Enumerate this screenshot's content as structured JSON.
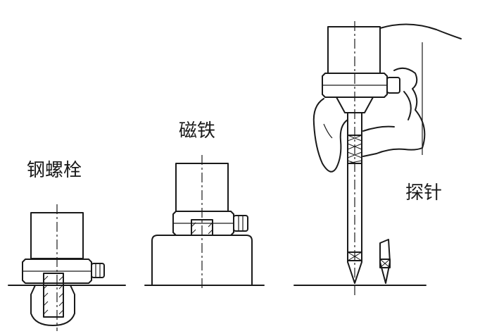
{
  "labels": {
    "stud": "钢螺栓",
    "magnet": "磁铁",
    "probe": "探针"
  }
}
